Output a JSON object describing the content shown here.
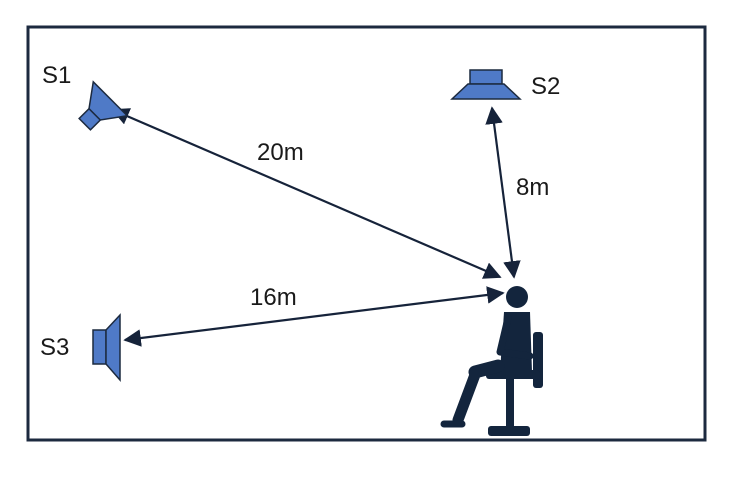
{
  "sources": {
    "s1": {
      "label": "S1"
    },
    "s2": {
      "label": "S2"
    },
    "s3": {
      "label": "S3"
    }
  },
  "distances": {
    "s1_listener": "20m",
    "s2_listener": "8m",
    "s3_listener": "16m"
  },
  "colors": {
    "border": "#1c2a3f",
    "arrow": "#16233a",
    "speaker_fill": "#4f7ac7",
    "speaker_stroke": "#1c2a3f",
    "listener": "#13253d"
  },
  "icons": {
    "speaker": "speaker-icon",
    "listener": "seated-person-icon"
  }
}
